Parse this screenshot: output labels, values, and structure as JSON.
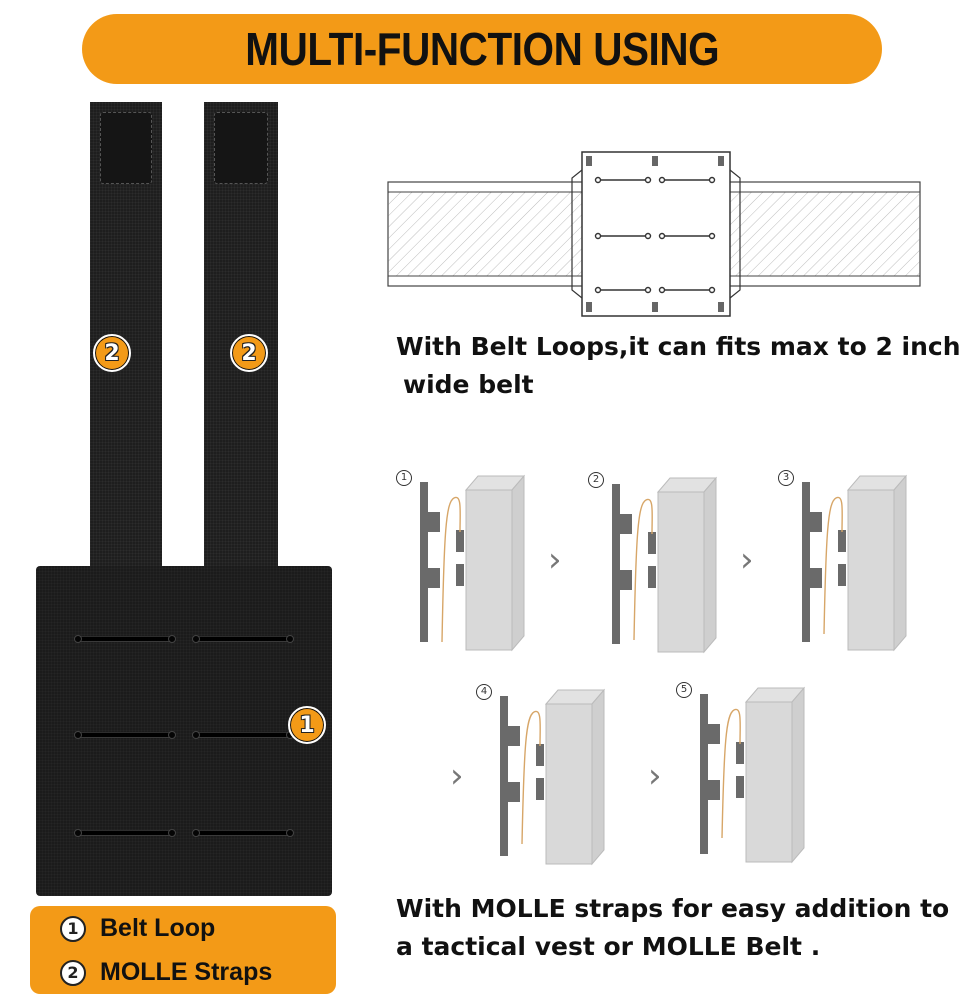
{
  "banner": {
    "title": "MULTI-FUNCTION USING"
  },
  "badges": {
    "molle": "2",
    "belt": "1"
  },
  "belt_caption": {
    "line1": "With Belt Loops,it can fits max to 2 inch",
    "line2": "wide belt"
  },
  "steps": [
    "1",
    "2",
    "3",
    "4",
    "5"
  ],
  "arrow_glyph": "›",
  "molle_caption": {
    "line1": "With MOLLE straps for easy addition to",
    "line2": "a tactical vest or MOLLE Belt ."
  },
  "legend": {
    "items": [
      {
        "num": "1",
        "label": "Belt Loop"
      },
      {
        "num": "2",
        "label": "MOLLE Straps"
      }
    ]
  },
  "colors": {
    "accent": "#f39a17",
    "product": "#1b1b1b",
    "diagram_gray": "#6a6a6a"
  }
}
